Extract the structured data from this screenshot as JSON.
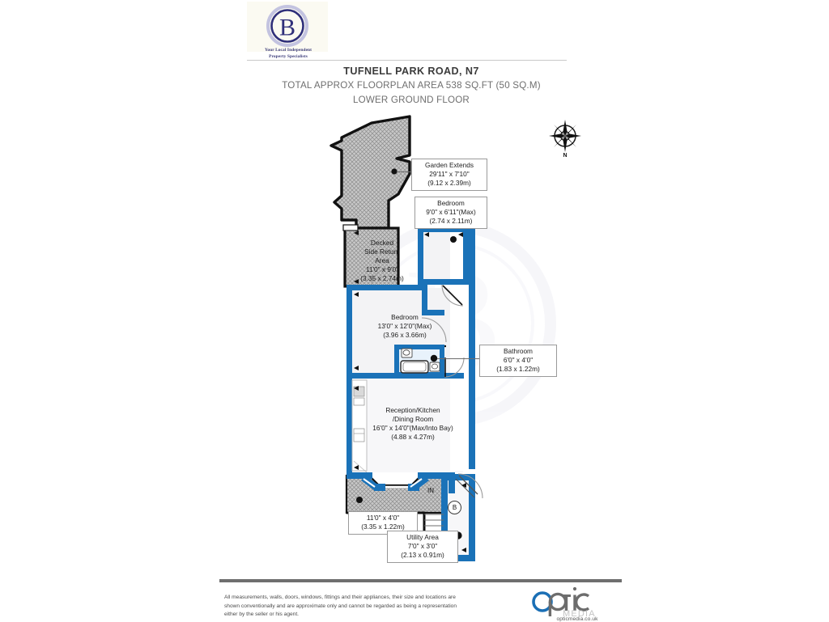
{
  "brand": {
    "logo_letter": "B",
    "tagline_line1": "Your Local Independent",
    "tagline_line2": "Property Specialists"
  },
  "header": {
    "address": "TUFNELL PARK ROAD, N7",
    "area": "TOTAL APPROX FLOORPLAN AREA 538 SQ.FT (50 SQ.M)",
    "floor": "LOWER GROUND FLOOR"
  },
  "compass": {
    "label": "N",
    "icon": "compass-rose-icon"
  },
  "rooms": {
    "garden": {
      "name": "Garden Extends",
      "imperial": "29'11\" x 7'10\"",
      "metric": "(9.12 x 2.39m)"
    },
    "bedroom_rear": {
      "name": "Bedroom",
      "imperial": "9'0\" x 6'11\"(Max)",
      "metric": "(2.74 x 2.11m)"
    },
    "decked": {
      "name_line1": "Decked",
      "name_line2": "Side Return",
      "name_line3": "Area",
      "imperial": "11'0\" x 9'0\"",
      "metric": "(3.35 x 2.74m)"
    },
    "bedroom_main": {
      "name": "Bedroom",
      "imperial": "13'0\" x 12'0\"(Max)",
      "metric": "(3.96 x 3.66m)"
    },
    "bathroom": {
      "name": "Bathroom",
      "imperial": "6'0\" x 4'0\"",
      "metric": "(1.83 x 1.22m)"
    },
    "reception": {
      "name_line1": "Reception/Kitchen",
      "name_line2": "/Dining Room",
      "imperial": "16'0\" x 14'0\"(Max/Into Bay)",
      "metric": "(4.88 x 4.27m)"
    },
    "front_area": {
      "imperial": "11'0\" x 4'0\"",
      "metric": "(3.35 x 1.22m)"
    },
    "utility": {
      "name": "Utility Area",
      "imperial": "7'0\" x 3'0\"",
      "metric": "(2.13 x 0.91m)"
    }
  },
  "markers": {
    "entrance": "IN",
    "boiler": "B"
  },
  "footer": {
    "disclaimer_line1": "All measurements, walls, doors, windows, fittings and their appliances, their size and locations are",
    "disclaimer_line2": "shown conventionally and are approximate only and cannot be regarded as being a representation",
    "disclaimer_line3": "either by the seller or his agent.",
    "producer_name": "optic",
    "producer_sub": "MEDIA",
    "producer_url": "opticmedia.co.uk"
  },
  "colors": {
    "wall_blue": "#1a72b8",
    "wall_blue_dark": "#0d5a9c",
    "room_fill": "#f2f2f4",
    "hatch_fill": "#c9c9c9",
    "outline_black": "#111111",
    "logo_navy": "#2f2f7a",
    "brand_blue": "#1b6fb5"
  }
}
